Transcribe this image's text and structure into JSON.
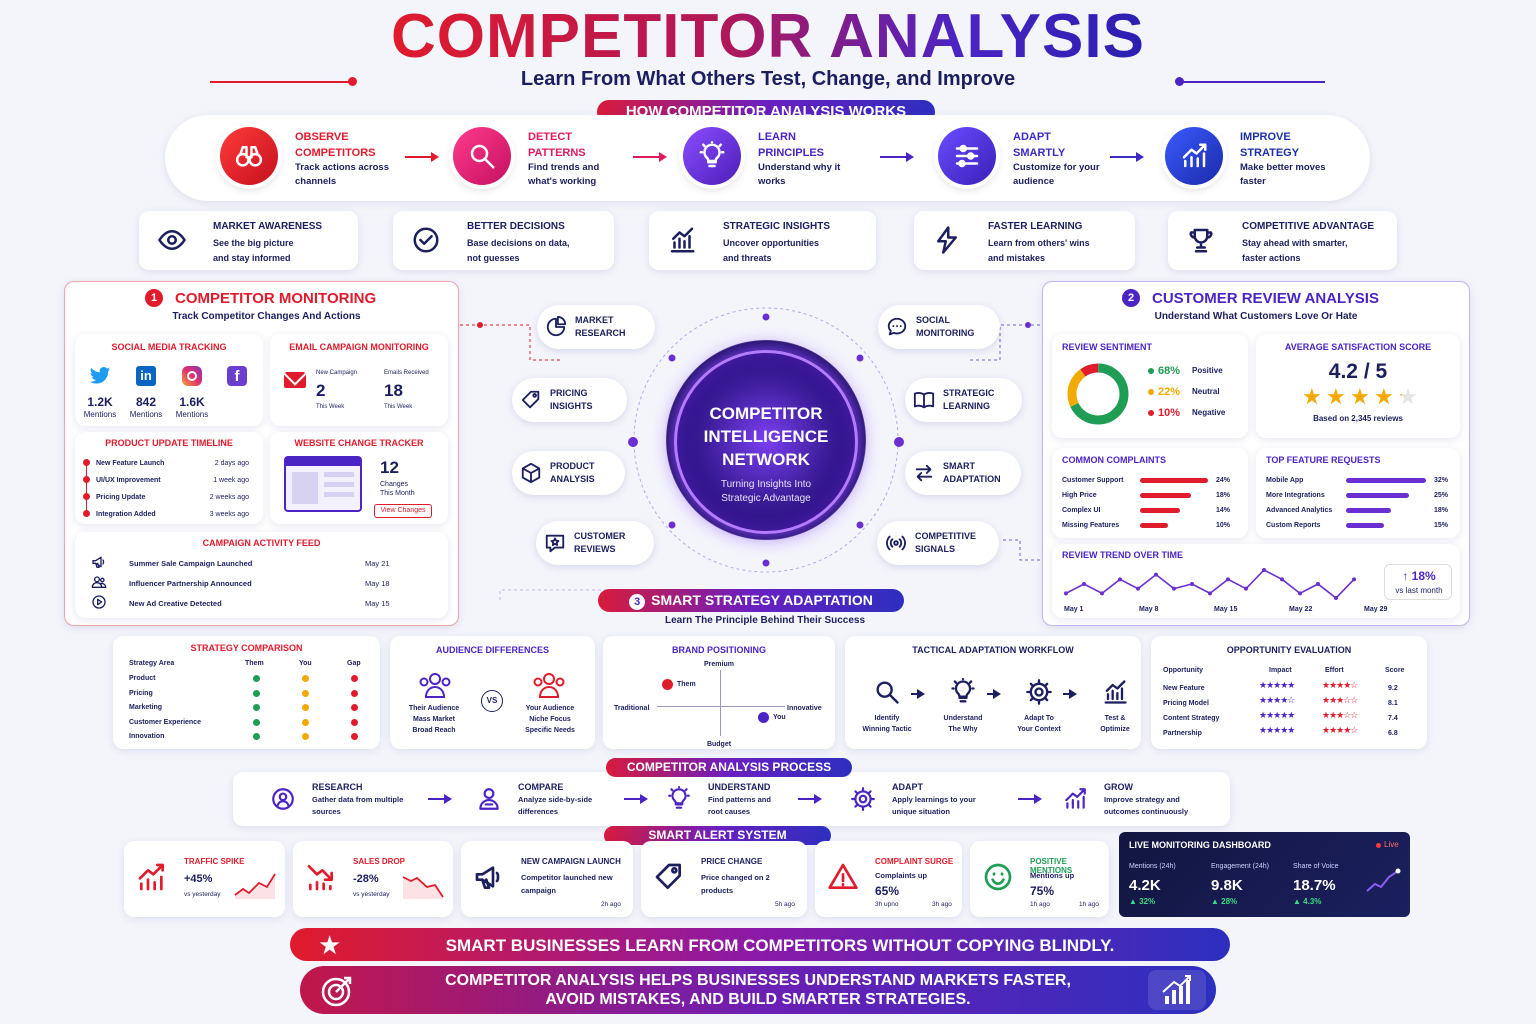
{
  "header": {
    "title": "COMPETITOR ANALYSIS",
    "subtitle": "Learn From What Others Test, Change, and Improve"
  },
  "how_it_works": {
    "label": "HOW COMPETITOR ANALYSIS WORKS",
    "steps": [
      {
        "title1": "OBSERVE",
        "title2": "COMPETITORS",
        "desc1": "Track actions across",
        "desc2": "channels",
        "icon": "binoculars-icon"
      },
      {
        "title1": "DETECT",
        "title2": "PATTERNS",
        "desc1": "Find trends and",
        "desc2": "what's working",
        "icon": "search-icon"
      },
      {
        "title1": "LEARN",
        "title2": "PRINCIPLES",
        "desc1": "Understand why it",
        "desc2": "works",
        "icon": "lightbulb-icon"
      },
      {
        "title1": "ADAPT",
        "title2": "SMARTLY",
        "desc1": "Customize for your",
        "desc2": "audience",
        "icon": "sliders-icon"
      },
      {
        "title1": "IMPROVE",
        "title2": "STRATEGY",
        "desc1": "Make better moves",
        "desc2": "faster",
        "icon": "growth-chart-icon"
      }
    ]
  },
  "benefits": [
    {
      "title": "MARKET AWARENESS",
      "desc1": "See the big picture",
      "desc2": "and stay informed",
      "icon": "eye-icon"
    },
    {
      "title": "BETTER DECISIONS",
      "desc1": "Base decisions on data,",
      "desc2": "not guesses",
      "icon": "check-circle-icon"
    },
    {
      "title": "STRATEGIC INSIGHTS",
      "desc1": "Uncover opportunities",
      "desc2": "and threats",
      "icon": "bar-chart-icon"
    },
    {
      "title": "FASTER LEARNING",
      "desc1": "Learn from others' wins",
      "desc2": "and mistakes",
      "icon": "lightning-icon"
    },
    {
      "title": "COMPETITIVE ADVANTAGE",
      "desc1": "Stay ahead with smarter,",
      "desc2": "faster actions",
      "icon": "trophy-icon"
    }
  ],
  "monitoring": {
    "number": "1",
    "title": "COMPETITOR MONITORING",
    "subtitle": "Track Competitor Changes And Actions",
    "social": {
      "title": "SOCIAL MEDIA TRACKING",
      "items": [
        {
          "value": "1.2K",
          "label": "Mentions",
          "icon": "twitter-icon"
        },
        {
          "value": "842",
          "label": "Mentions",
          "icon": "linkedin-icon"
        },
        {
          "value": "1.6K",
          "label": "Mentions",
          "icon": "instagram-icon"
        },
        {
          "value": "",
          "label": "",
          "icon": "facebook-icon"
        }
      ]
    },
    "email": {
      "title": "EMAIL CAMPAIGN MONITORING",
      "new_label": "New Campaign",
      "new_value": "2",
      "new_period": "This Week",
      "recv_label": "Emails Received",
      "recv_value": "18",
      "recv_period": "This Week"
    },
    "timeline": {
      "title": "PRODUCT UPDATE TIMELINE",
      "items": [
        {
          "name": "New Feature Launch",
          "time": "2 days ago"
        },
        {
          "name": "UI/UX Improvement",
          "time": "1 week ago"
        },
        {
          "name": "Pricing Update",
          "time": "2 weeks ago"
        },
        {
          "name": "Integration Added",
          "time": "3 weeks ago"
        }
      ]
    },
    "website": {
      "title": "WEBSITE CHANGE TRACKER",
      "value": "12",
      "label1": "Changes",
      "label2": "This Month",
      "button": "View Changes"
    },
    "feed": {
      "title": "CAMPAIGN ACTIVITY FEED",
      "items": [
        {
          "name": "Summer Sale Campaign Launched",
          "date": "May 21",
          "icon": "megaphone-icon"
        },
        {
          "name": "Influencer Partnership Announced",
          "date": "May 18",
          "icon": "users-icon"
        },
        {
          "name": "New Ad Creative Detected",
          "date": "May 15",
          "icon": "play-icon"
        }
      ]
    }
  },
  "network": {
    "title1": "COMPETITOR",
    "title2": "INTELLIGENCE",
    "title3": "NETWORK",
    "sub1": "Turning Insights Into",
    "sub2": "Strategic Advantage",
    "nodes": [
      {
        "l1": "MARKET",
        "l2": "RESEARCH",
        "icon": "pie-chart-icon"
      },
      {
        "l1": "PRICING",
        "l2": "INSIGHTS",
        "icon": "price-tag-icon"
      },
      {
        "l1": "PRODUCT",
        "l2": "ANALYSIS",
        "icon": "box-icon"
      },
      {
        "l1": "CUSTOMER",
        "l2": "REVIEWS",
        "icon": "review-icon"
      },
      {
        "l1": "SOCIAL",
        "l2": "MONITORING",
        "icon": "chat-icon"
      },
      {
        "l1": "STRATEGIC",
        "l2": "LEARNING",
        "icon": "book-icon"
      },
      {
        "l1": "SMART",
        "l2": "ADAPTATION",
        "icon": "swap-icon"
      },
      {
        "l1": "COMPETITIVE",
        "l2": "SIGNALS",
        "icon": "signal-icon"
      }
    ]
  },
  "reviews": {
    "number": "2",
    "title": "CUSTOMER REVIEW ANALYSIS",
    "subtitle": "Understand What Customers Love Or Hate",
    "sentiment": {
      "title": "REVIEW SENTIMENT",
      "items": [
        {
          "pct": "68%",
          "label": "Positive",
          "value": 68,
          "color": "#1f9d55"
        },
        {
          "pct": "22%",
          "label": "Neutral",
          "value": 22,
          "color": "#f2a900"
        },
        {
          "pct": "10%",
          "label": "Negative",
          "value": 10,
          "color": "#e01b2c"
        }
      ]
    },
    "satisfaction": {
      "title": "AVERAGE SATISFACTION SCORE",
      "score": "4.2 / 5",
      "rating": 4.2,
      "note": "Based on 2,345 reviews"
    },
    "complaints": {
      "title": "COMMON COMPLAINTS",
      "items": [
        {
          "name": "Customer Support",
          "pct": "24%",
          "value": 24
        },
        {
          "name": "High Price",
          "pct": "18%",
          "value": 18
        },
        {
          "name": "Complex UI",
          "pct": "14%",
          "value": 14
        },
        {
          "name": "Missing Features",
          "pct": "10%",
          "value": 10
        }
      ]
    },
    "requests": {
      "title": "TOP FEATURE REQUESTS",
      "items": [
        {
          "name": "Mobile App",
          "pct": "32%",
          "value": 32
        },
        {
          "name": "More Integrations",
          "pct": "25%",
          "value": 25
        },
        {
          "name": "Advanced Analytics",
          "pct": "18%",
          "value": 18
        },
        {
          "name": "Custom Reports",
          "pct": "15%",
          "value": 15
        }
      ]
    },
    "trend": {
      "title": "REVIEW TREND OVER TIME",
      "x_labels": [
        "May 1",
        "May 8",
        "May 15",
        "May 22",
        "May 29"
      ],
      "values": [
        3,
        5,
        3,
        6,
        4,
        7,
        4,
        5,
        3,
        6,
        4,
        8,
        6,
        3,
        5,
        2,
        6
      ],
      "change": "18%",
      "change_label": "vs last month"
    }
  },
  "adaptation": {
    "number": "3",
    "title": "SMART STRATEGY ADAPTATION",
    "subtitle": "Learn The Principle Behind Their Success",
    "comparison": {
      "title": "STRATEGY COMPARISON",
      "headers": [
        "Strategy Area",
        "Them",
        "You",
        "Gap"
      ],
      "rows": [
        "Product",
        "Pricing",
        "Marketing",
        "Customer Experience",
        "Innovation"
      ],
      "colors": {
        "them": "#1f9d55",
        "you": "#f2a900",
        "gap": "#e01b2c"
      }
    },
    "audience": {
      "title": "AUDIENCE DIFFERENCES",
      "vs": "VS",
      "their_title": "Their Audience",
      "their_l1": "Mass Market",
      "their_l2": "Broad Reach",
      "your_title": "Your Audience",
      "your_l1": "Niche Focus",
      "your_l2": "Specific Needs"
    },
    "positioning": {
      "title": "BRAND POSITIONING",
      "top": "Premium",
      "bottom": "Budget",
      "left": "Traditional",
      "right": "Innovative",
      "them": "Them",
      "you": "You"
    },
    "workflow": {
      "title": "TACTICAL ADAPTATION WORKFLOW",
      "steps": [
        {
          "l1": "Identify",
          "l2": "Winning Tactic",
          "icon": "search-icon"
        },
        {
          "l1": "Understand",
          "l2": "The Why",
          "icon": "lightbulb-icon"
        },
        {
          "l1": "Adapt To",
          "l2": "Your Context",
          "icon": "gear-icon"
        },
        {
          "l1": "Test &",
          "l2": "Optimize",
          "icon": "bar-chart-icon"
        }
      ]
    },
    "opportunity": {
      "title": "OPPORTUNITY EVALUATION",
      "headers": [
        "Opportunity",
        "Impact",
        "Effort",
        "Score"
      ],
      "rows": [
        {
          "name": "New Feature",
          "impact": 5,
          "effort": 4,
          "score": "9.2"
        },
        {
          "name": "Pricing Model",
          "impact": 4,
          "effort": 3,
          "score": "8.1"
        },
        {
          "name": "Content Strategy",
          "impact": 5,
          "effort": 3,
          "score": "7.4"
        },
        {
          "name": "Partnership",
          "impact": 5,
          "effort": 4,
          "score": "6.8"
        }
      ]
    }
  },
  "process": {
    "label": "COMPETITOR ANALYSIS PROCESS",
    "steps": [
      {
        "title": "RESEARCH",
        "d1": "Gather data from multiple",
        "d2": "sources",
        "icon": "research-icon"
      },
      {
        "title": "COMPARE",
        "d1": "Analyze side-by-side",
        "d2": "differences",
        "icon": "compare-icon"
      },
      {
        "title": "UNDERSTAND",
        "d1": "Find patterns and",
        "d2": "root causes",
        "icon": "lightbulb-icon"
      },
      {
        "title": "ADAPT",
        "d1": "Apply learnings to your",
        "d2": "unique situation",
        "icon": "gear-icon"
      },
      {
        "title": "GROW",
        "d1": "Improve strategy and",
        "d2": "outcomes continuously",
        "icon": "growth-chart-icon"
      }
    ]
  },
  "alerts": {
    "label": "SMART ALERT SYSTEM",
    "items": [
      {
        "title": "TRAFFIC SPIKE",
        "value": "+45%",
        "note": "vs yesterday",
        "time": "",
        "icon": "traffic-up-icon",
        "color": "#e01b2c"
      },
      {
        "title": "SALES DROP",
        "value": "-28%",
        "note": "vs yesterday",
        "time": "",
        "icon": "sales-down-icon",
        "color": "#e01b2c"
      },
      {
        "title": "NEW CAMPAIGN LAUNCH",
        "value": "",
        "note": "Competitor launched new campaign",
        "time": "2h ago",
        "icon": "megaphone-icon",
        "color": "#1b1f5e"
      },
      {
        "title": "PRICE CHANGE",
        "value": "",
        "note": "Price changed on 2 products",
        "time": "5h ago",
        "icon": "price-tag-icon",
        "color": "#1b1f5e"
      },
      {
        "title": "COMPLAINT SURGE",
        "value": "65%",
        "note": "Complaints up",
        "time": "3h ago",
        "icon": "warning-icon",
        "color": "#e01b2c"
      },
      {
        "title": "POSITIVE MENTIONS",
        "value": "75%",
        "note": "Mentions up",
        "time": "1h ago",
        "icon": "smile-icon",
        "color": "#1f9d55"
      }
    ],
    "complaint_sub": "3h upno",
    "positive_sub": "1h ago"
  },
  "live": {
    "title": "LIVE MONITORING DASHBOARD",
    "badge": "Live",
    "metrics": [
      {
        "label": "Mentions (24h)",
        "value": "4.2K",
        "change": "32%"
      },
      {
        "label": "Engagement (24h)",
        "value": "9.8K",
        "change": "28%"
      },
      {
        "label": "Share of Voice",
        "value": "18.7%",
        "change": "4.3%"
      }
    ]
  },
  "footer": {
    "banner1": "SMART BUSINESSES LEARN FROM COMPETITORS WITHOUT COPYING BLINDLY.",
    "banner2_l1": "COMPETITOR ANALYSIS HELPS BUSINESSES UNDERSTAND MARKETS FASTER,",
    "banner2_l2": "AVOID MISTAKES, AND BUILD SMARTER STRATEGIES."
  },
  "colors": {
    "red": "#e01b2c",
    "violet": "#4b24c4",
    "navy": "#1b1f5e",
    "green": "#1f9d55",
    "amber": "#f2a900"
  }
}
